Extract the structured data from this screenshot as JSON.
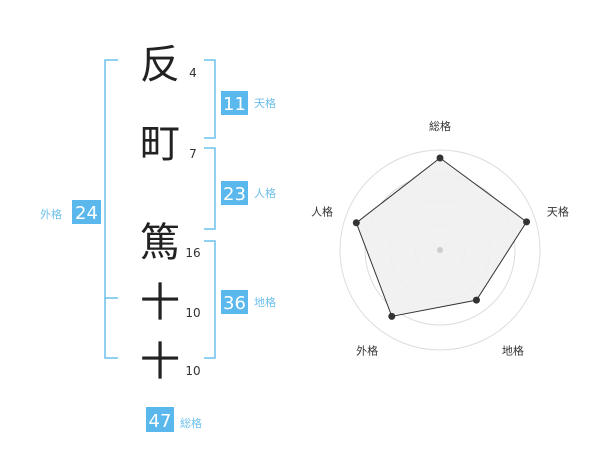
{
  "name": {
    "chars": [
      {
        "char": "反",
        "strokes": "4"
      },
      {
        "char": "町",
        "strokes": "7"
      },
      {
        "char": "篤",
        "strokes": "16"
      },
      {
        "char": "十",
        "strokes": "10"
      },
      {
        "char": "十",
        "strokes": "10"
      }
    ]
  },
  "kaku": {
    "tenkaku": {
      "label": "天格",
      "value": "11"
    },
    "jinkaku": {
      "label": "人格",
      "value": "23"
    },
    "chikaku": {
      "label": "地格",
      "value": "36"
    },
    "gaikaku": {
      "label": "外格",
      "value": "24"
    },
    "soukaku": {
      "label": "総格",
      "value": "47"
    }
  },
  "colors": {
    "accent": "#6cc0ec",
    "badge": "#5bb8ec",
    "text": "#222222",
    "radar_fill": "#f0f0f0",
    "radar_line": "#333333"
  },
  "chart_data": {
    "type": "radar",
    "axes": [
      "総格",
      "天格",
      "地格",
      "外格",
      "人格"
    ],
    "values": [
      0.92,
      0.91,
      0.62,
      0.82,
      0.88
    ],
    "rings": 4
  }
}
